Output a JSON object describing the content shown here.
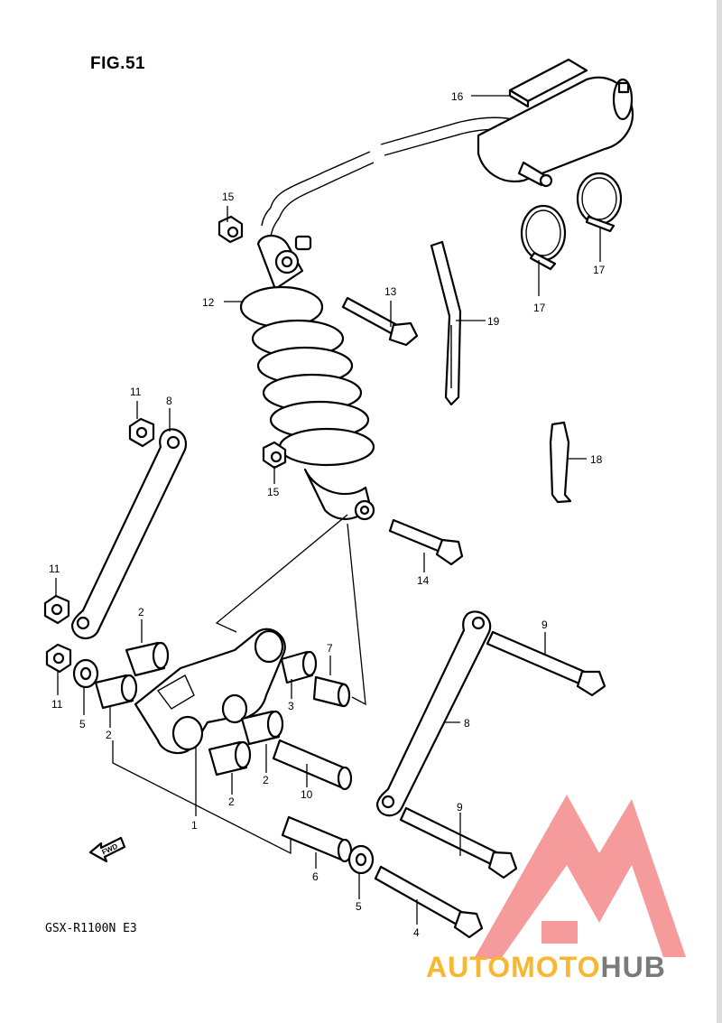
{
  "figure": {
    "title": "FIG.51",
    "model": "GSX-R1100N E3",
    "fwd_label": "FWD"
  },
  "watermark": {
    "part1": "AUTOMOTO",
    "part2": "HUB",
    "colors": {
      "logo": "#f48a8a",
      "text_accent": "#f7b733",
      "text_dark": "#7a7a7a"
    }
  },
  "callouts": [
    {
      "id": "c1",
      "label": "1"
    },
    {
      "id": "c2a",
      "label": "2"
    },
    {
      "id": "c2b",
      "label": "2"
    },
    {
      "id": "c2c",
      "label": "2"
    },
    {
      "id": "c2d",
      "label": "2"
    },
    {
      "id": "c3",
      "label": "3"
    },
    {
      "id": "c4",
      "label": "4"
    },
    {
      "id": "c5a",
      "label": "5"
    },
    {
      "id": "c5b",
      "label": "5"
    },
    {
      "id": "c6",
      "label": "6"
    },
    {
      "id": "c7",
      "label": "7"
    },
    {
      "id": "c8a",
      "label": "8"
    },
    {
      "id": "c8b",
      "label": "8"
    },
    {
      "id": "c9a",
      "label": "9"
    },
    {
      "id": "c9b",
      "label": "9"
    },
    {
      "id": "c10",
      "label": "10"
    },
    {
      "id": "c11a",
      "label": "11"
    },
    {
      "id": "c11b",
      "label": "11"
    },
    {
      "id": "c11c",
      "label": "11"
    },
    {
      "id": "c12",
      "label": "12"
    },
    {
      "id": "c13",
      "label": "13"
    },
    {
      "id": "c14",
      "label": "14"
    },
    {
      "id": "c15a",
      "label": "15"
    },
    {
      "id": "c15b",
      "label": "15"
    },
    {
      "id": "c16",
      "label": "16"
    },
    {
      "id": "c17a",
      "label": "17"
    },
    {
      "id": "c17b",
      "label": "17"
    },
    {
      "id": "c18",
      "label": "18"
    },
    {
      "id": "c19",
      "label": "19"
    }
  ]
}
